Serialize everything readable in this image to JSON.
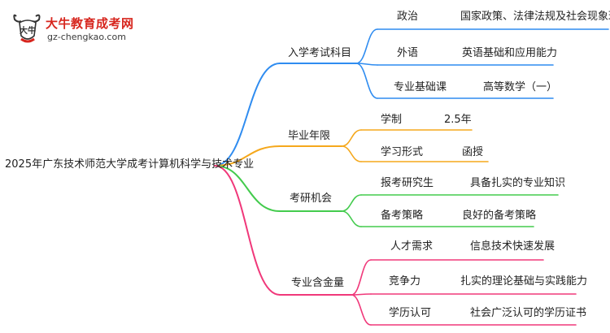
{
  "logo": {
    "title": "大牛教育成考网",
    "url": "gz-chengkao.com",
    "mark_text": "大牛"
  },
  "root": "2025年广东技术师范大学成考计算机科学与技术专业",
  "colors": {
    "blue": "#2f8cf0",
    "orange": "#f5a81c",
    "green": "#43cb4d",
    "pink": "#f0387a",
    "logo_red": "#d7261e"
  },
  "branches": [
    {
      "label": "入学考试科目",
      "color": "blue",
      "children": [
        {
          "label": "政治",
          "value": "国家政策、法律法规及社会现象理解"
        },
        {
          "label": "外语",
          "value": "英语基础和应用能力"
        },
        {
          "label": "专业基础课",
          "value": "高等数学（一）"
        }
      ]
    },
    {
      "label": "毕业年限",
      "color": "orange",
      "children": [
        {
          "label": "学制",
          "value": "2.5年"
        },
        {
          "label": "学习形式",
          "value": "函授"
        }
      ]
    },
    {
      "label": "考研机会",
      "color": "green",
      "children": [
        {
          "label": "报考研究生",
          "value": "具备扎实的专业知识"
        },
        {
          "label": "备考策略",
          "value": "良好的备考策略"
        }
      ]
    },
    {
      "label": "专业含金量",
      "color": "pink",
      "children": [
        {
          "label": "人才需求",
          "value": "信息技术快速发展"
        },
        {
          "label": "竞争力",
          "value": "扎实的理论基础与实践能力"
        },
        {
          "label": "学历认可",
          "value": "社会广泛认可的学历证书"
        }
      ]
    }
  ]
}
